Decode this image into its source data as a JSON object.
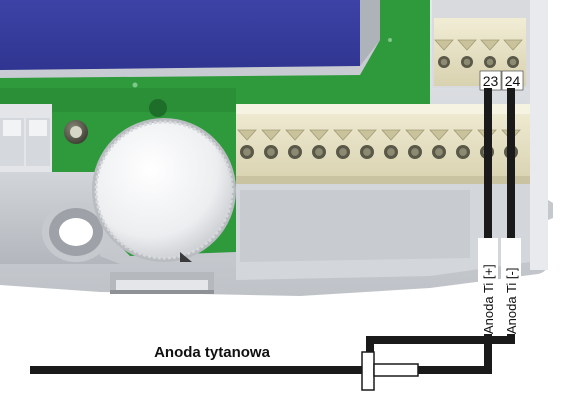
{
  "terminals": {
    "t23": "23",
    "t24": "24"
  },
  "wires": {
    "anode_plus": "Anoda Ti [+]",
    "anode_minus": "Anoda Ti [-]"
  },
  "anode": {
    "label": "Anoda tytanowa"
  },
  "colors": {
    "pcb_green": "#2f9a3c",
    "display_blue": "#3a3f9e",
    "housing_grey": "#cfd2d6",
    "terminal_beige": "#e9e4c7",
    "wire_black": "#1a1a1a"
  },
  "icons": {
    "knob": "rotary-knob-icon",
    "screw": "screw-icon",
    "slot": "cable-slot-icon"
  }
}
